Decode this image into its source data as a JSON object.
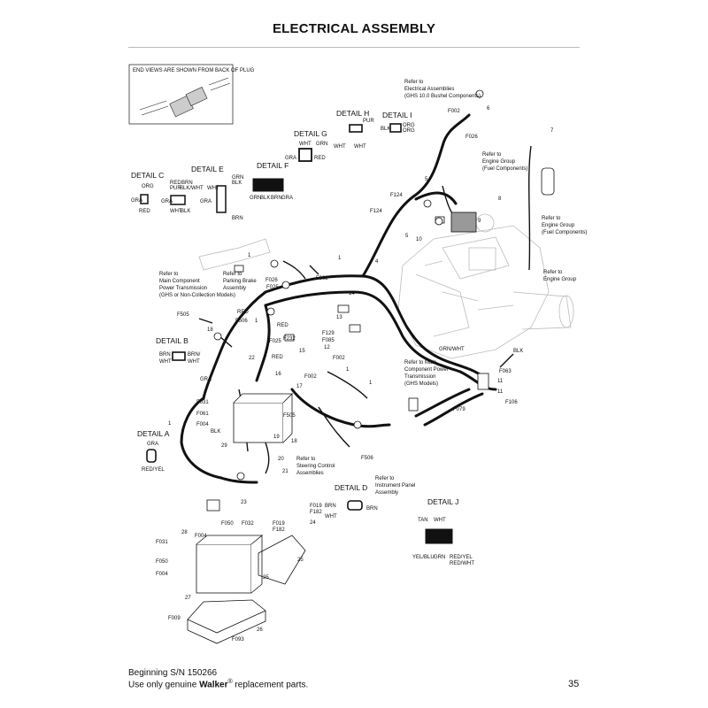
{
  "title": "ELECTRICAL ASSEMBLY",
  "end_views_note": "END VIEWS ARE SHOWN FROM BACK OF PLUG",
  "details": {
    "a": {
      "name": "DETAIL A",
      "wires": [
        "GRA",
        "RED/YEL"
      ]
    },
    "b": {
      "name": "DETAIL B",
      "wires": [
        "BRN",
        "WHT",
        "BRN/",
        "WHT"
      ]
    },
    "c": {
      "name": "DETAIL C",
      "wires": [
        "ORG",
        "GRA",
        "RED"
      ]
    },
    "d": {
      "name": "DETAIL D",
      "wires": [
        "BRN",
        "WHT",
        "BRN"
      ]
    },
    "e": {
      "name": "DETAIL E",
      "wires": [
        "RED",
        "BRN",
        "PUR",
        "BLK/WHT",
        "GRA",
        "WHT",
        "BLK",
        "WHT",
        "GRA"
      ]
    },
    "e_side": {
      "wires": [
        "GRN",
        "BLK",
        "BRN"
      ]
    },
    "f": {
      "name": "DETAIL F",
      "wires": [
        "GRN",
        "BLK",
        "BRN",
        "GRA"
      ]
    },
    "g": {
      "name": "DETAIL G",
      "wires": [
        "WHT",
        "GRN",
        "GRA",
        "RED"
      ]
    },
    "h": {
      "name": "DETAIL H",
      "wires": [
        "PUR",
        "WHT",
        "WHT"
      ]
    },
    "i": {
      "name": "DETAIL I",
      "wires": [
        "BLK",
        "ORG",
        "ORG"
      ]
    },
    "j": {
      "name": "DETAIL J",
      "wires": [
        "TAN",
        "WHT",
        "YEL/BLU",
        "GRN",
        "RED/YEL",
        "RED/WHT"
      ]
    }
  },
  "refs": {
    "electrical": [
      "Refer to",
      "Electrical Assemblies",
      "(GHS 10.0 Bushel Components)"
    ],
    "engine_group_fuel1": [
      "Refer to",
      "Engine Group",
      "(Fuel Components)"
    ],
    "engine_group_fuel2": [
      "Refer to",
      "Engine Group",
      "(Fuel Components)"
    ],
    "engine_group": [
      "Refer to",
      "Engine Group"
    ],
    "main_component": [
      "Refer to",
      "Main Component",
      "Power Transmission",
      "(GHS or Non-Collection Models)"
    ],
    "parking_brake": [
      "Refer to",
      "Parking Brake",
      "Assembly"
    ],
    "main_component_ghs": [
      "Refer to Main",
      "Component Power",
      "Transmission",
      "(GHS Models)"
    ],
    "steering_control": [
      "Refer to",
      "Steering Control",
      "Assemblies"
    ],
    "instrument_panel": [
      "Refer to",
      "Instrument Panel",
      "Assembly"
    ]
  },
  "callouts": {
    "n1": "1",
    "n4": "4",
    "n5": "5",
    "n6": "6",
    "n7": "7",
    "n8": "8",
    "n9": "9",
    "n10": "10",
    "n11": "11",
    "n12": "12",
    "n13": "13",
    "n14": "14",
    "n15": "15",
    "n16": "16",
    "n17": "17",
    "n18": "18",
    "n19": "19",
    "n20": "20",
    "n21": "21",
    "n22": "22",
    "n23": "23",
    "n24": "24",
    "n25": "25",
    "n26": "26",
    "n27": "27",
    "n28": "28",
    "n29": "29",
    "f002": "F002",
    "f004": "F004",
    "f009": "F009",
    "f019": "F019",
    "f025": "F025",
    "f026": "F026",
    "f031": "F031",
    "f032": "F032",
    "f050": "F050",
    "f061": "F061",
    "f063": "F063",
    "f079": "F079",
    "f085": "F085",
    "f093": "F093",
    "f106": "F106",
    "f124": "F124",
    "f129": "F129",
    "f182": "F182",
    "f232": "F232",
    "f505": "F505",
    "f506": "F506",
    "red": "RED",
    "blk": "BLK",
    "gra": "GRA",
    "grn_wht": "GRN/WHT"
  },
  "footer": {
    "serial": "Beginning S/N 150266",
    "line2_pre": "Use only genuine ",
    "brand": "Walker",
    "reg": "®",
    "line2_post": " replacement parts.",
    "page": "35"
  }
}
